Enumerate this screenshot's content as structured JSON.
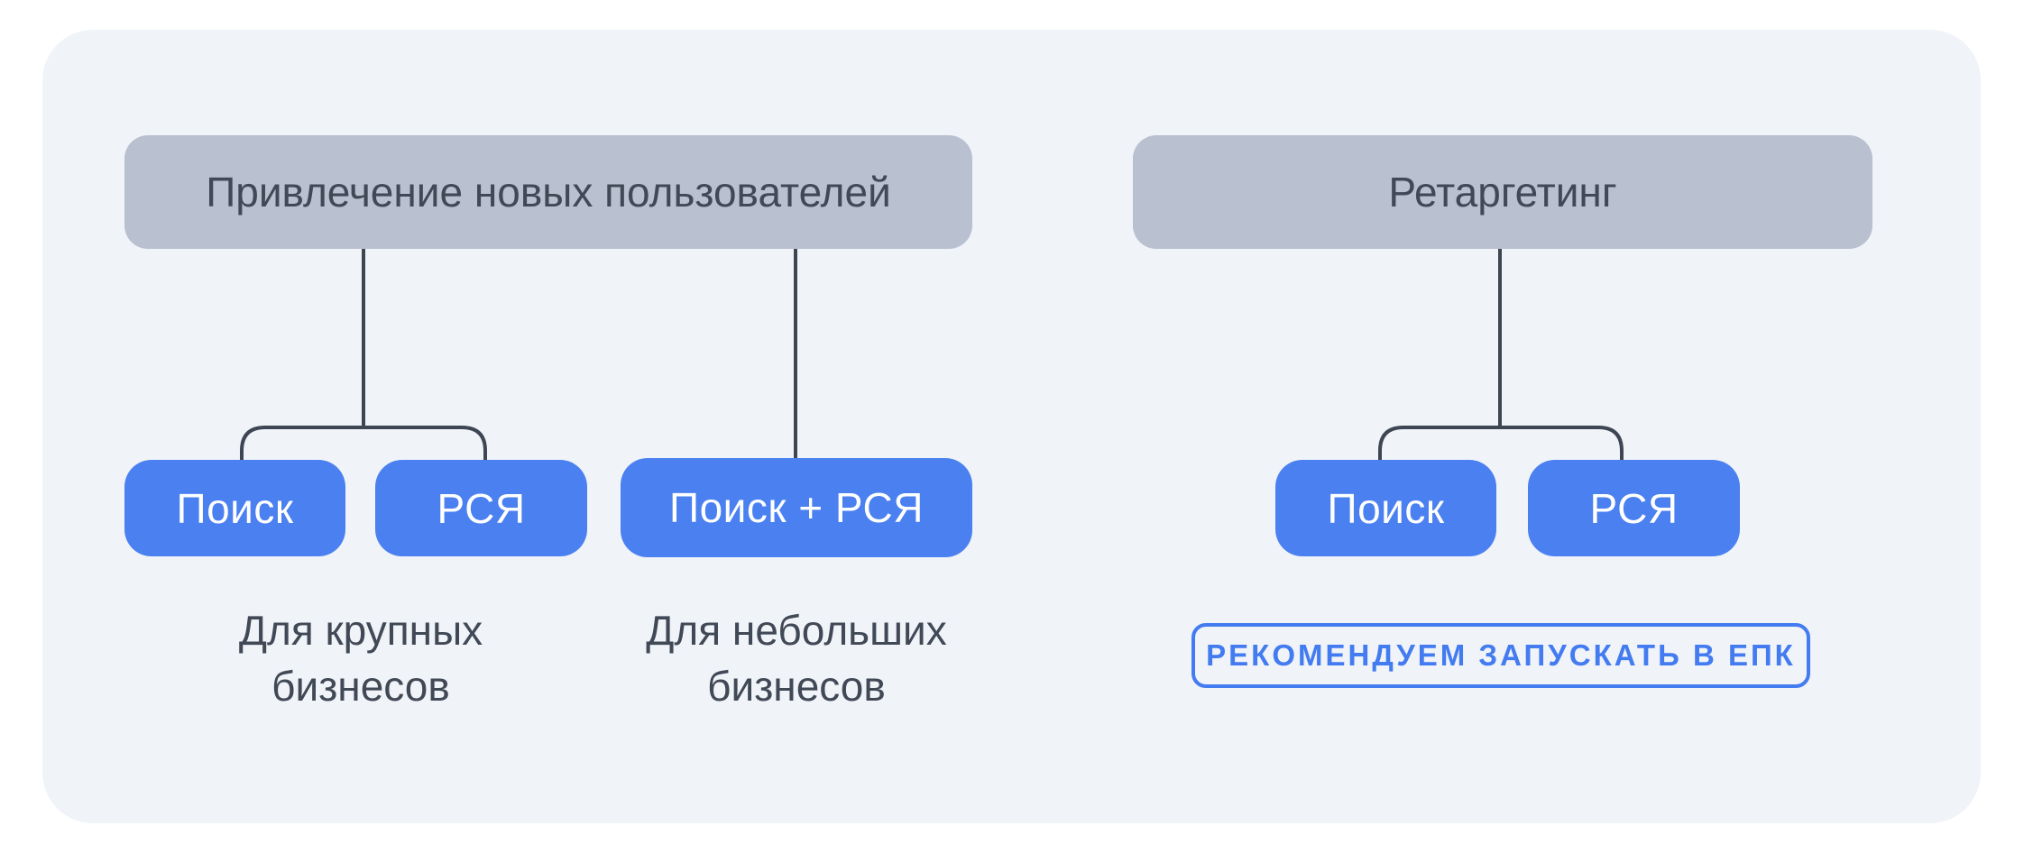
{
  "diagram": {
    "left_tree": {
      "root_label": "Привлечение новых пользователей",
      "node_search": "Поиск",
      "node_rsya": "РСЯ",
      "node_combined": "Поиск + РСЯ",
      "caption_large": "Для крупных бизнесов",
      "caption_small": "Для небольших бизнесов"
    },
    "right_tree": {
      "root_label": "Ретаргетинг",
      "node_search": "Поиск",
      "node_rsya": "РСЯ",
      "badge_label": "РЕКОМЕНДУЕМ ЗАПУСКАТЬ В ЕПК"
    },
    "colors": {
      "outer_background": "#ffffff",
      "panel_background": "#f0f3f8",
      "root_box_fill": "#b9c0cf",
      "node_fill": "#4a80f0",
      "node_text": "#ffffff",
      "dark_text": "#414956",
      "connector_line": "#3e4553",
      "badge_accent": "#437bf0"
    }
  }
}
